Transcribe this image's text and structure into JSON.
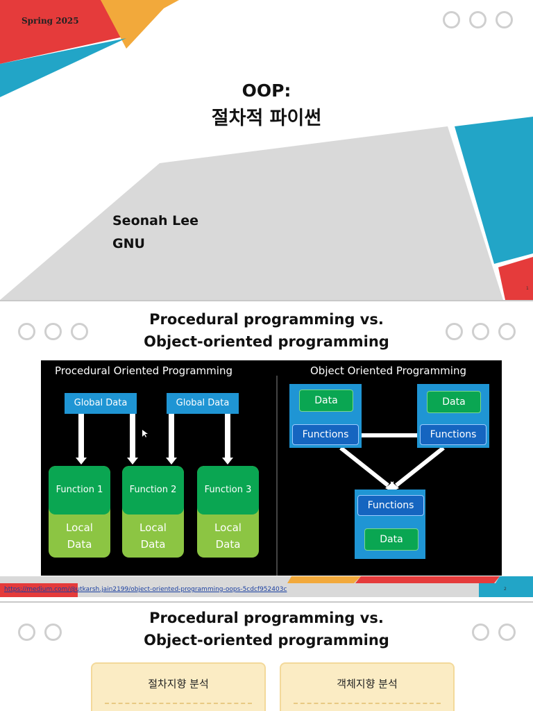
{
  "slide1": {
    "date": "Spring 2025",
    "title_line1": "OOP:",
    "title_line2": "절차적 파이썬",
    "author": "Seonah Lee",
    "affiliation": "GNU",
    "page_number": "1",
    "colors": {
      "red": "#e53b3b",
      "orange": "#f2a93b",
      "teal": "#22a5c7",
      "gray": "#d9d9d9"
    }
  },
  "slide2": {
    "title_line1": "Procedural programming vs.",
    "title_line2": "Object-oriented programming",
    "figure": {
      "left_heading": "Procedural Oriented Programming",
      "right_heading": "Object Oriented Programming",
      "global_data": [
        "Global Data",
        "Global Data"
      ],
      "functions": [
        "Function 1",
        "Function 2",
        "Function 3"
      ],
      "local_data_line1": "Local",
      "local_data_line2": "Data",
      "oop_data": "Data",
      "oop_functions": "Functions"
    },
    "source_url": "https://medium.com/@utkarsh.jain2199/object-oriented-programming-oops-5cdcf952403c",
    "page_number": "2"
  },
  "slide3": {
    "title_line1": "Procedural programming vs.",
    "title_line2": "Object-oriented programming",
    "card_left": "절차지향 분석",
    "card_right": "객체지향 분석"
  }
}
